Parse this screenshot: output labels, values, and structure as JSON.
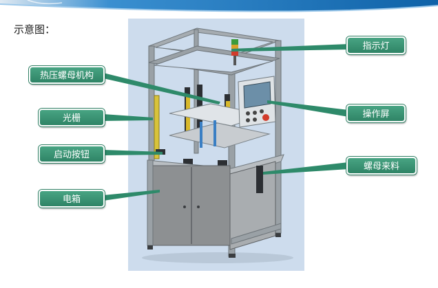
{
  "page": {
    "title": "示意图："
  },
  "colors": {
    "label_fill": "#3a9677",
    "label_border": "#ffffff",
    "leader_line": "#2e8a6a",
    "photo_background": "#cddced",
    "frame_aluminum": "#9aa1a6",
    "cabinet_gray": "#8d9092",
    "header_band": "#1f7fc3"
  },
  "labels": {
    "indicator_light": "指示灯",
    "hot_press_mechanism": "热压螺母机构",
    "light_curtain": "光栅",
    "operation_screen": "操作屏",
    "start_button": "启动按钮",
    "nut_feeding": "螺母来料",
    "electrical_box": "电箱"
  }
}
